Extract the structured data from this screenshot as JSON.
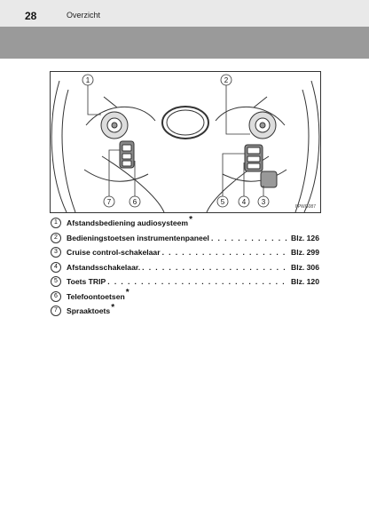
{
  "header": {
    "page_number": "28",
    "section_title": "Overzicht"
  },
  "figure": {
    "callouts": [
      "1",
      "2",
      "7",
      "6",
      "5",
      "4",
      "3"
    ],
    "figure_id": "IIPWG087"
  },
  "items": [
    {
      "num": "1",
      "label": "Afstandsbediening audiosysteem",
      "star": "*",
      "ref": ""
    },
    {
      "num": "2",
      "label": "Bedieningstoetsen instrumentenpaneel",
      "star": "",
      "ref": "Blz. 126"
    },
    {
      "num": "3",
      "label": "Cruise control-schakelaar",
      "star": "",
      "ref": "Blz. 299"
    },
    {
      "num": "4",
      "label": "Afstandsschakelaar.",
      "star": "",
      "ref": "Blz. 306"
    },
    {
      "num": "5",
      "label": "Toets TRIP",
      "star": "",
      "ref": "Blz. 120"
    },
    {
      "num": "6",
      "label": "Telefoontoetsen",
      "star": "*",
      "ref": ""
    },
    {
      "num": "7",
      "label": "Spraaktoets",
      "star": "*",
      "ref": ""
    }
  ]
}
